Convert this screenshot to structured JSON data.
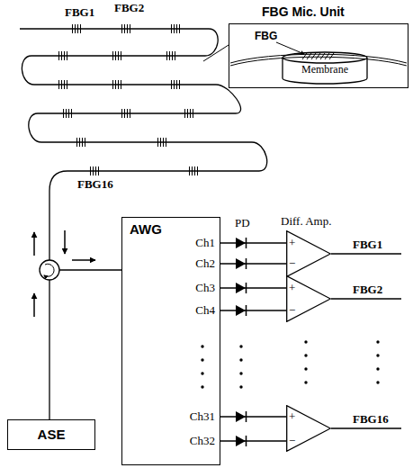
{
  "diagram": {
    "nodes": [
      {
        "text": [
          "FBG Mic. Unit",
          "FBG"
        ]
      },
      {
        "text": [
          "Membrane"
        ],
        "in": 0
      },
      {
        "text": [
          "AWG",
          "Ch1",
          "Ch2",
          "Ch3",
          "Ch4",
          "Ch31",
          "Ch32"
        ]
      },
      {
        "text": [
          "+",
          "−"
        ]
      },
      {
        "text": [
          "+",
          "−"
        ]
      },
      {
        "text": [
          "+",
          "−"
        ]
      },
      {
        "text": [
          "ASE"
        ]
      }
    ],
    "edges": [
      {
        "from": 2,
        "to": 3,
        "arrow": "none"
      },
      {
        "from": 2,
        "to": 3,
        "arrow": "none"
      },
      {
        "from": 2,
        "to": 4,
        "arrow": "none"
      },
      {
        "from": 2,
        "to": 4,
        "arrow": "none"
      },
      {
        "from": 2,
        "to": 5,
        "arrow": "none"
      },
      {
        "from": 2,
        "to": 5,
        "arrow": "none"
      }
    ],
    "labels": [
      "FBG1",
      "FBG2",
      "FBG16",
      "PD",
      "Diff. Amp.",
      "FBG1",
      "FBG2",
      "FBG16"
    ]
  }
}
